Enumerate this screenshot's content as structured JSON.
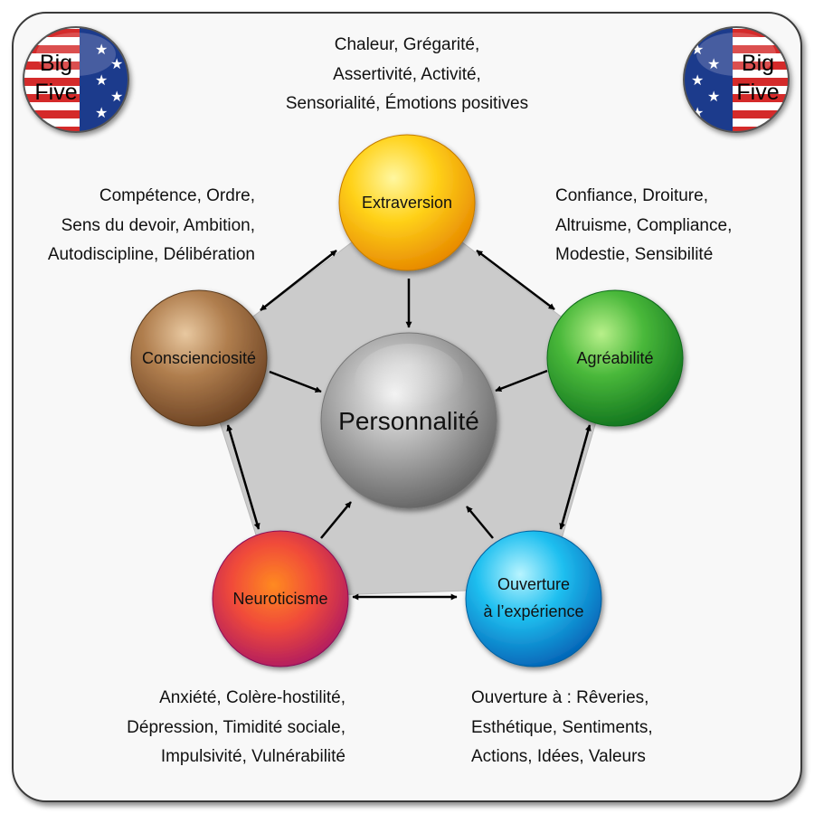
{
  "badges": {
    "left": [
      "Big",
      "Five"
    ],
    "right": [
      "Big",
      "Five"
    ]
  },
  "center": {
    "label": "Personnalité"
  },
  "traits": {
    "extraversion": {
      "lines": [
        "Extraversion"
      ],
      "color": "#f5a800"
    },
    "agreabilite": {
      "lines": [
        "Agréabilité"
      ],
      "color": "#2e9e2e"
    },
    "ouverture": {
      "lines": [
        "Ouverture",
        "à l’expérience"
      ],
      "color": "#0aa6e0"
    },
    "neuroticisme": {
      "lines": [
        "Neuroticisme"
      ],
      "color": "#c2206a"
    },
    "conscienciosite": {
      "lines": [
        "Conscienciosité"
      ],
      "color": "#8e5d34"
    }
  },
  "facets": {
    "extraversion": [
      "Chaleur, Grégarité,",
      "Assertivité, Activité,",
      "Sensorialité, Émotions positives"
    ],
    "agreabilite": [
      "Confiance, Droiture,",
      "Altruisme, Compliance,",
      "Modestie, Sensibilité"
    ],
    "conscienciosite": [
      "Compétence, Ordre,",
      "Sens du devoir, Ambition,",
      "Autodiscipline, Délibération"
    ],
    "neuroticisme": [
      "Anxiété, Colère-hostilité,",
      "Dépression, Timidité sociale,",
      "Impulsivité, Vulnérabilité"
    ],
    "ouverture": [
      "Ouverture à : Rêveries,",
      "Esthétique, Sentiments,",
      "Actions, Idées, Valeurs"
    ]
  },
  "colors": {
    "pentagon": "#cbcbcb",
    "personnalite": "#9a9a9a"
  }
}
